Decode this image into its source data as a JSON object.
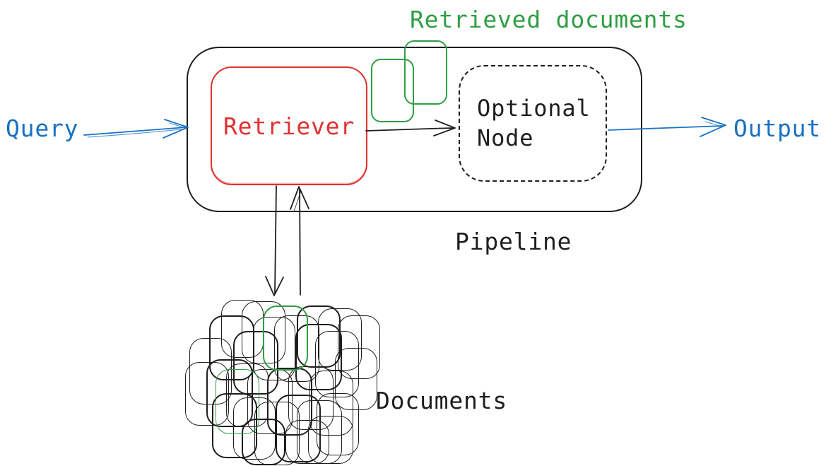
{
  "colors": {
    "background": "#ffffff",
    "ink": "#1e1e1e",
    "blue": "#1971c2",
    "red": "#e03131",
    "green": "#2f9e44"
  },
  "labels": {
    "query": "Query",
    "retriever": "Retriever",
    "retrieved_documents": "Retrieved documents",
    "optional_node": "Optional Node",
    "output": "Output",
    "pipeline": "Pipeline",
    "documents": "Documents"
  }
}
